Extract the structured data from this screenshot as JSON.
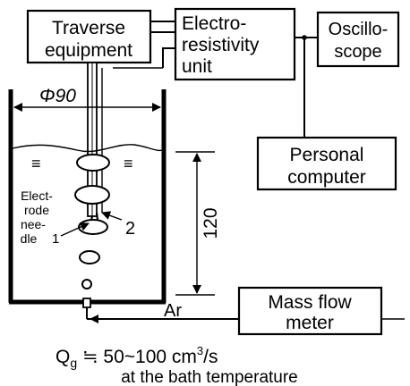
{
  "boxes": {
    "traverse_line1": "Traverse",
    "traverse_line2": "equipment",
    "electro_line1": "Electro-",
    "electro_line2": "resistivity",
    "electro_line3": "unit",
    "osc_line1": "Oscillo-",
    "osc_line2": "scope",
    "pc_line1": "Personal",
    "pc_line2": "computer",
    "mfm_line1": "Mass flow",
    "mfm_line2": "meter"
  },
  "vessel": {
    "diameter_label": "Φ90",
    "depth_label": "120",
    "gas_label": "Ar"
  },
  "probe": {
    "needle_line1": "Elect-",
    "needle_line2": "rode",
    "needle_line3": "nee-",
    "needle_line4": "dle",
    "needle_num1": "1",
    "needle_num2": "2"
  },
  "caption": {
    "flow_symbol": "Q",
    "flow_sub": "g",
    "flow_value": " ≒ 50~100 cm",
    "flow_exp": "3",
    "flow_unit": "/s",
    "line2": "at the bath temperature"
  }
}
